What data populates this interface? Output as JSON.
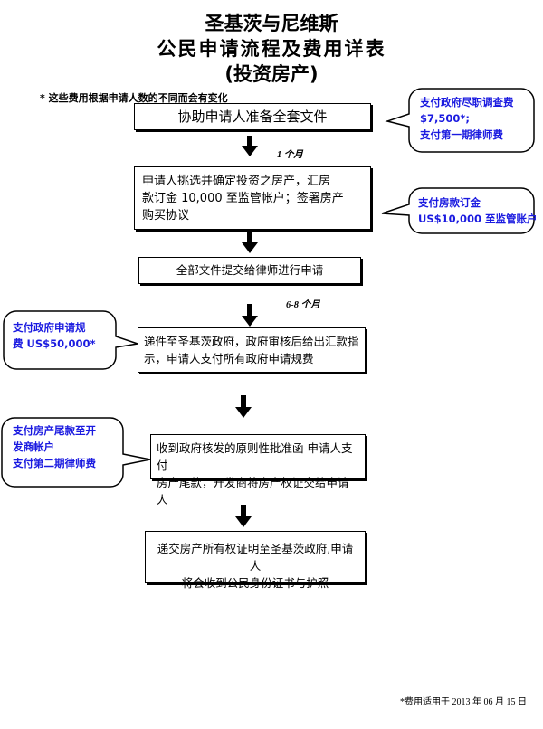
{
  "title": {
    "line1": "圣基茨与尼维斯",
    "line2": "公民申请流程及费用详表",
    "line3": "(投资房产)"
  },
  "note": "* 这些费用根据申请人数的不同而会有变化",
  "steps": [
    {
      "text": "协助申请人准备全套文件"
    },
    {
      "line1": "申请人挑选并确定投资之房产，汇房",
      "line2": "款订金 10,000 至监管帐户；签署房产",
      "line3": "购买协议"
    },
    {
      "text": "全部文件提交给律师进行申请"
    },
    {
      "line1": "递件至圣基茨政府，政府审核后给出汇款指",
      "line2": "示，申请人支付所有政府申请规费"
    },
    {
      "line1": "收到政府核发的原则性批准函 申请人支付",
      "line2": "房产尾款，开发商将房产权证交给申请人"
    },
    {
      "line1": "递交房产所有权证明至圣基茨政府,申请人",
      "line2": "将会收到公民身份证书与护照"
    }
  ],
  "timings": {
    "t1": "1 个月",
    "t2": "6-8 个月"
  },
  "callouts": {
    "c1": {
      "line1": "支付政府尽职调查费",
      "line2": "$7,500*;",
      "line3": "支付第一期律师费"
    },
    "c2": {
      "line1": "支付房款订金",
      "line2": "US$10,000 至监管账户"
    },
    "c3": {
      "line1": "支付政府申请规",
      "line2": "费 US$50,000*"
    },
    "c4": {
      "line1": "支付房产尾款至开",
      "line2": "发商帐户",
      "line3": "支付第二期律师费"
    }
  },
  "colors": {
    "callout_text": "#1a1ae0",
    "arrow": "#000000"
  },
  "footer": "*费用适用于 2013 年 06 月 15 日"
}
